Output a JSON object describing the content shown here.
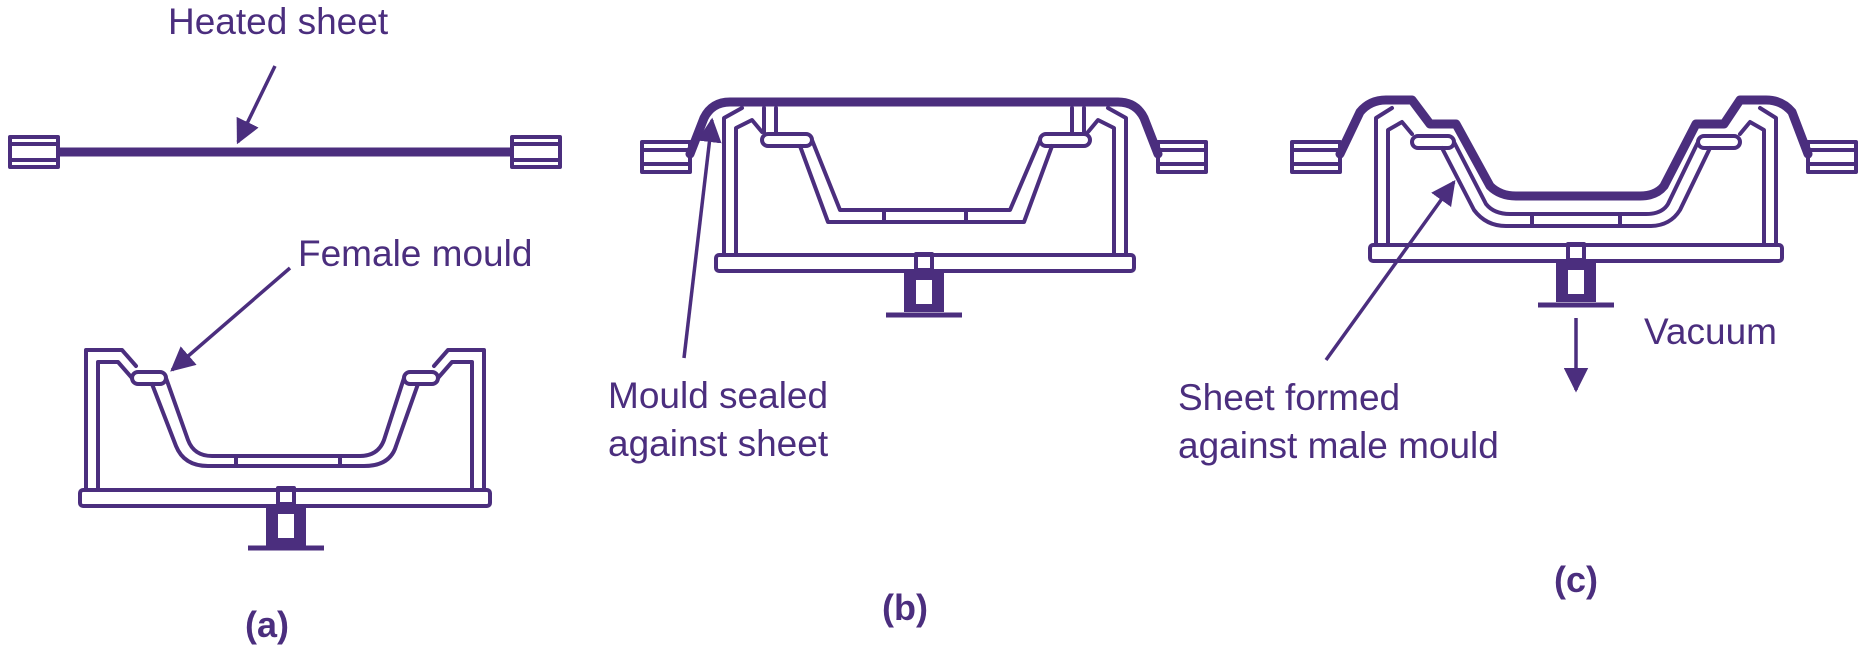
{
  "labels": {
    "heated_sheet": "Heated sheet",
    "female_mould": "Female mould",
    "mould_sealed_line1": "Mould sealed",
    "mould_sealed_line2": "against sheet",
    "sheet_formed_line1": "Sheet formed",
    "sheet_formed_line2": "against male mould",
    "vacuum": "Vacuum"
  },
  "captions": {
    "a": "(a)",
    "b": "(b)",
    "c": "(c)"
  },
  "colors": {
    "ink": "#4b2e7e",
    "background": "#ffffff"
  }
}
